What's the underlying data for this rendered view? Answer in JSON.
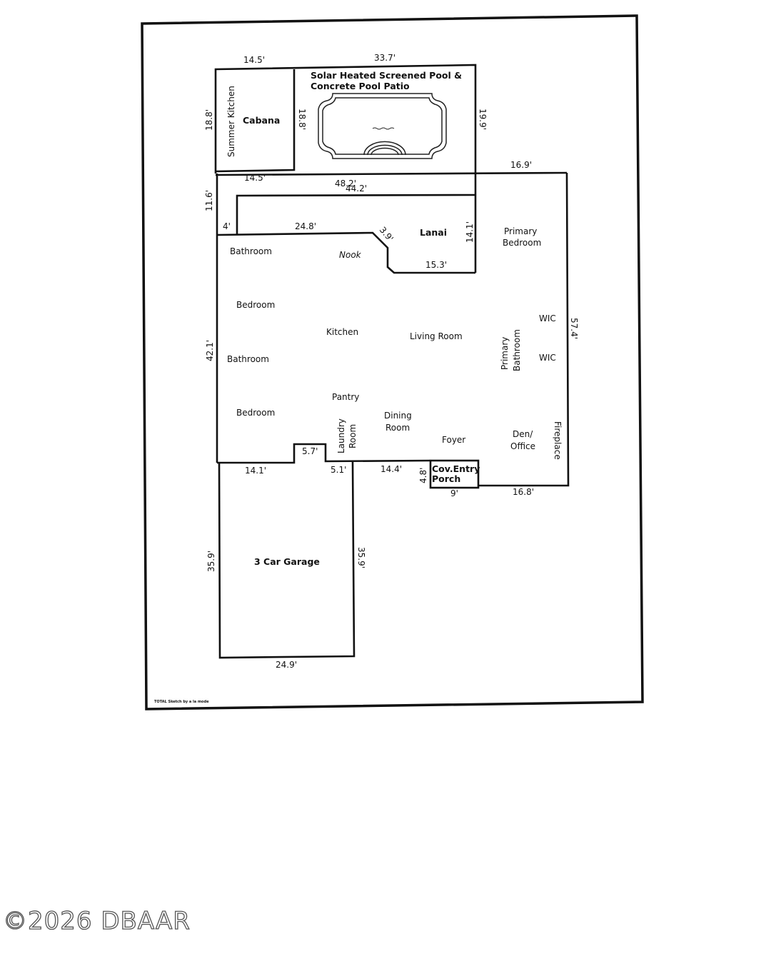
{
  "rooms": {
    "pool": "Solar Heated Screened Pool &",
    "pool_line2": "Concrete Pool Patio",
    "cabana": "Cabana",
    "summer_kitchen": "Summer Kitchen",
    "lanai": "Lanai",
    "primary_bedroom_1": "Primary",
    "primary_bedroom_2": "Bedroom",
    "bathroom_1": "Bathroom",
    "nook": "Nook",
    "bedroom_1": "Bedroom",
    "kitchen": "Kitchen",
    "living_room": "Living Room",
    "wic_1": "WIC",
    "wic_2": "WIC",
    "primary_bathroom_1": "Primary",
    "primary_bathroom_2": "Bathroom",
    "bathroom_2": "Bathroom",
    "pantry": "Pantry",
    "bedroom_2": "Bedroom",
    "dining_1": "Dining",
    "dining_2": "Room",
    "laundry_1": "Laundry",
    "laundry_2": "Room",
    "foyer": "Foyer",
    "den_1": "Den/",
    "den_2": "Office",
    "fireplace": "Fireplace",
    "porch_1": "Cov.Entry",
    "porch_2": "Porch",
    "garage": "3 Car Garage"
  },
  "dimensions": {
    "cabana_top": "14.5'",
    "pool_top": "33.7'",
    "cabana_left": "18.8'",
    "cabana_right": "18.8'",
    "pool_right": "19.9'",
    "cabana_bottom": "14.5'",
    "lanai_48": "48.2'",
    "lanai_44": "44.2'",
    "bedroom_top": "16.9'",
    "lanai_left": "11.6'",
    "lanai_4": "4'",
    "nook_top": "24.8'",
    "diag": "3.9'",
    "lanai_right": "14.1'",
    "lanai_bottom": "15.3'",
    "left_wall": "42.1'",
    "right_wall": "57.4'",
    "notch": "5.7'",
    "bottom_left": "14.1'",
    "bottom_51": "5.1'",
    "bottom_144": "14.4'",
    "porch_side": "4.8'",
    "porch_bottom": "9'",
    "bottom_right": "16.8'",
    "garage_left": "35.9'",
    "garage_right": "35.9'",
    "garage_bottom": "24.9'"
  },
  "credit": "TOTAL Sketch by a la mode",
  "watermark": "©2026 DBAAR"
}
